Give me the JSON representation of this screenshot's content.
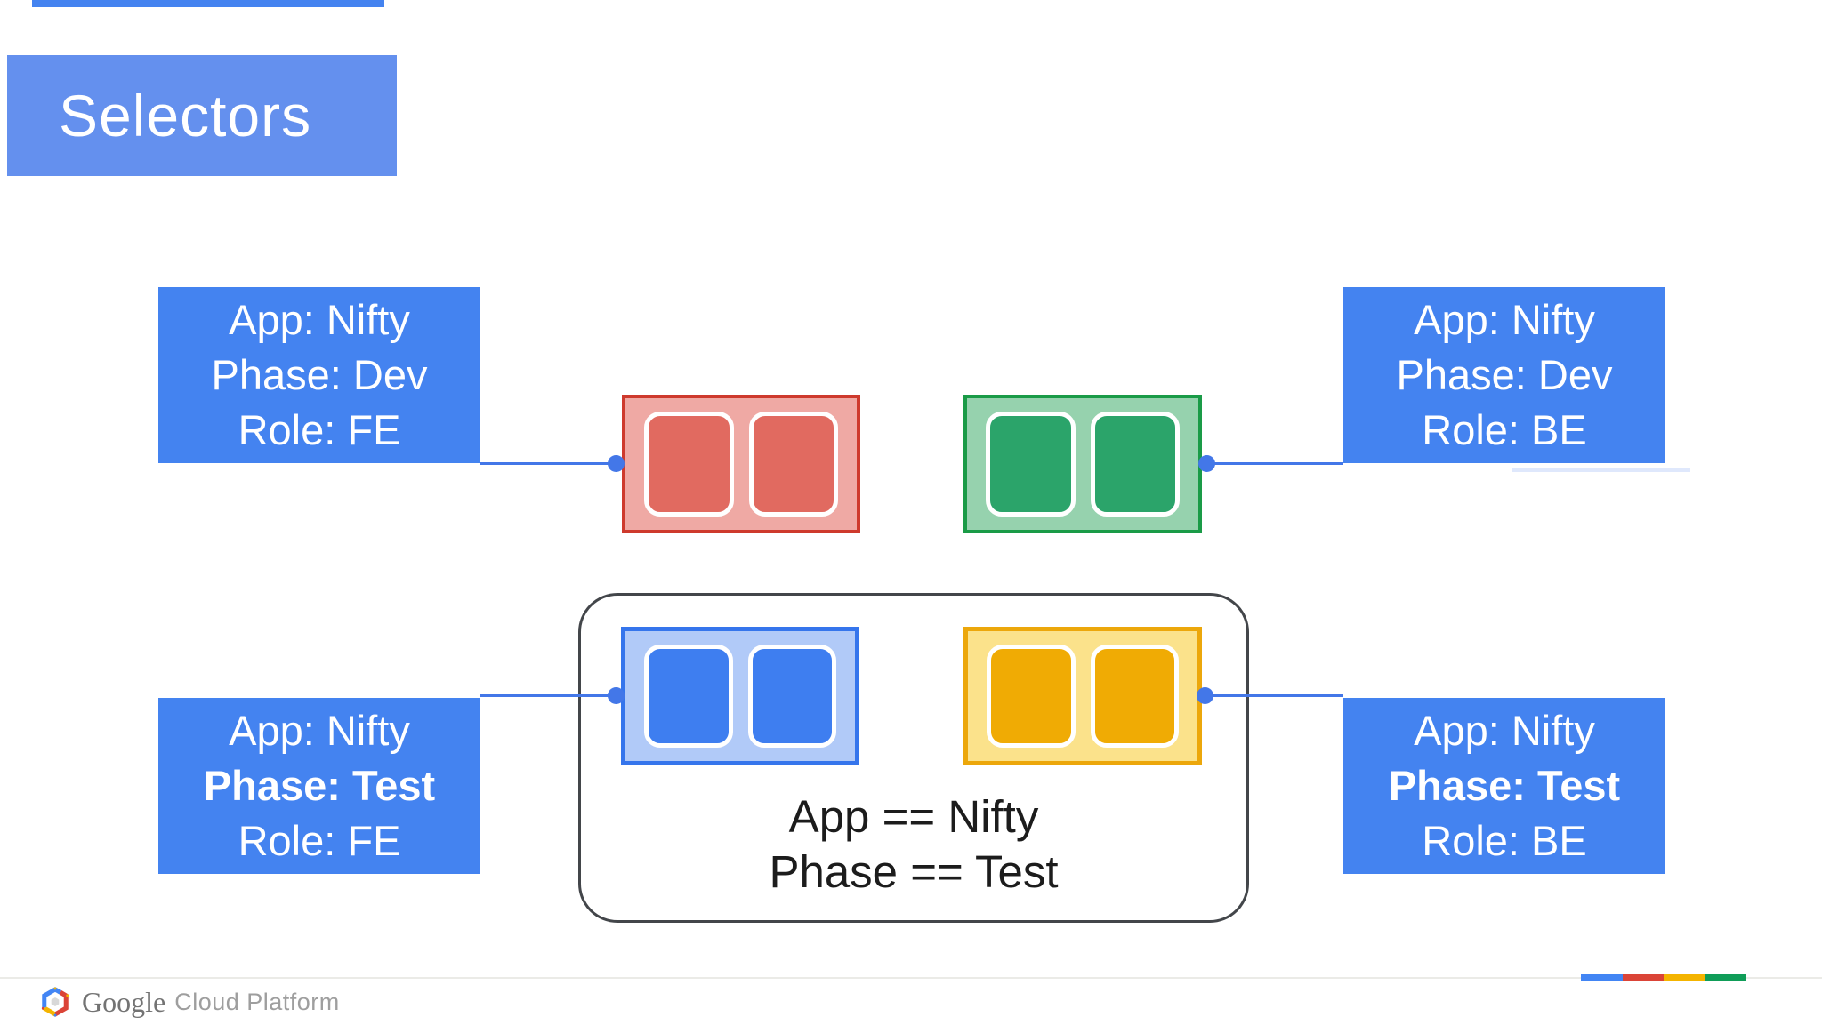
{
  "slide": {
    "title": "Selectors"
  },
  "labels": {
    "top_left": {
      "line1": "App: Nifty",
      "line2": "Phase: Dev",
      "line3": "Role: FE"
    },
    "top_right": {
      "line1": "App: Nifty",
      "line2": "Phase: Dev",
      "line3": "Role: BE"
    },
    "bottom_left": {
      "line1": "App: Nifty",
      "line2": "Phase: Test",
      "line3": "Role: FE"
    },
    "bottom_right": {
      "line1": "App: Nifty",
      "line2": "Phase: Test",
      "line3": "Role: BE"
    }
  },
  "selector": {
    "line1": "App == Nifty",
    "line2": "Phase == Test"
  },
  "pods": {
    "groups": [
      {
        "name": "red-pod-group",
        "replicas": 2
      },
      {
        "name": "green-pod-group",
        "replicas": 2
      },
      {
        "name": "blue-pod-group",
        "replicas": 2
      },
      {
        "name": "yellow-pod-group",
        "replicas": 2
      }
    ]
  },
  "footer": {
    "logo_text": "Google",
    "logo_suffix": "Cloud Platform"
  },
  "colors": {
    "title_blue": "#6490ee",
    "label_blue": "#4483f0",
    "connector_blue": "#4377e8",
    "container_border": "#43464a",
    "text_dark": "#1c1c1c",
    "red_border": "#ce3a2d",
    "red_fill": "#efa9a4",
    "red_pod": "#e16a60",
    "green_border": "#1a9b47",
    "green_fill": "#96d2ae",
    "green_pod": "#2ba46a",
    "blue_border": "#3575ec",
    "blue_fill": "#b1caf8",
    "blue_pod": "#3e7ef0",
    "yellow_border": "#eca70b",
    "yellow_fill": "#fbe28b",
    "yellow_pod": "#f0ab04",
    "g_blue": "#4285f4",
    "g_red": "#db4437",
    "g_yellow": "#f4b400",
    "g_green": "#0f9d58"
  }
}
